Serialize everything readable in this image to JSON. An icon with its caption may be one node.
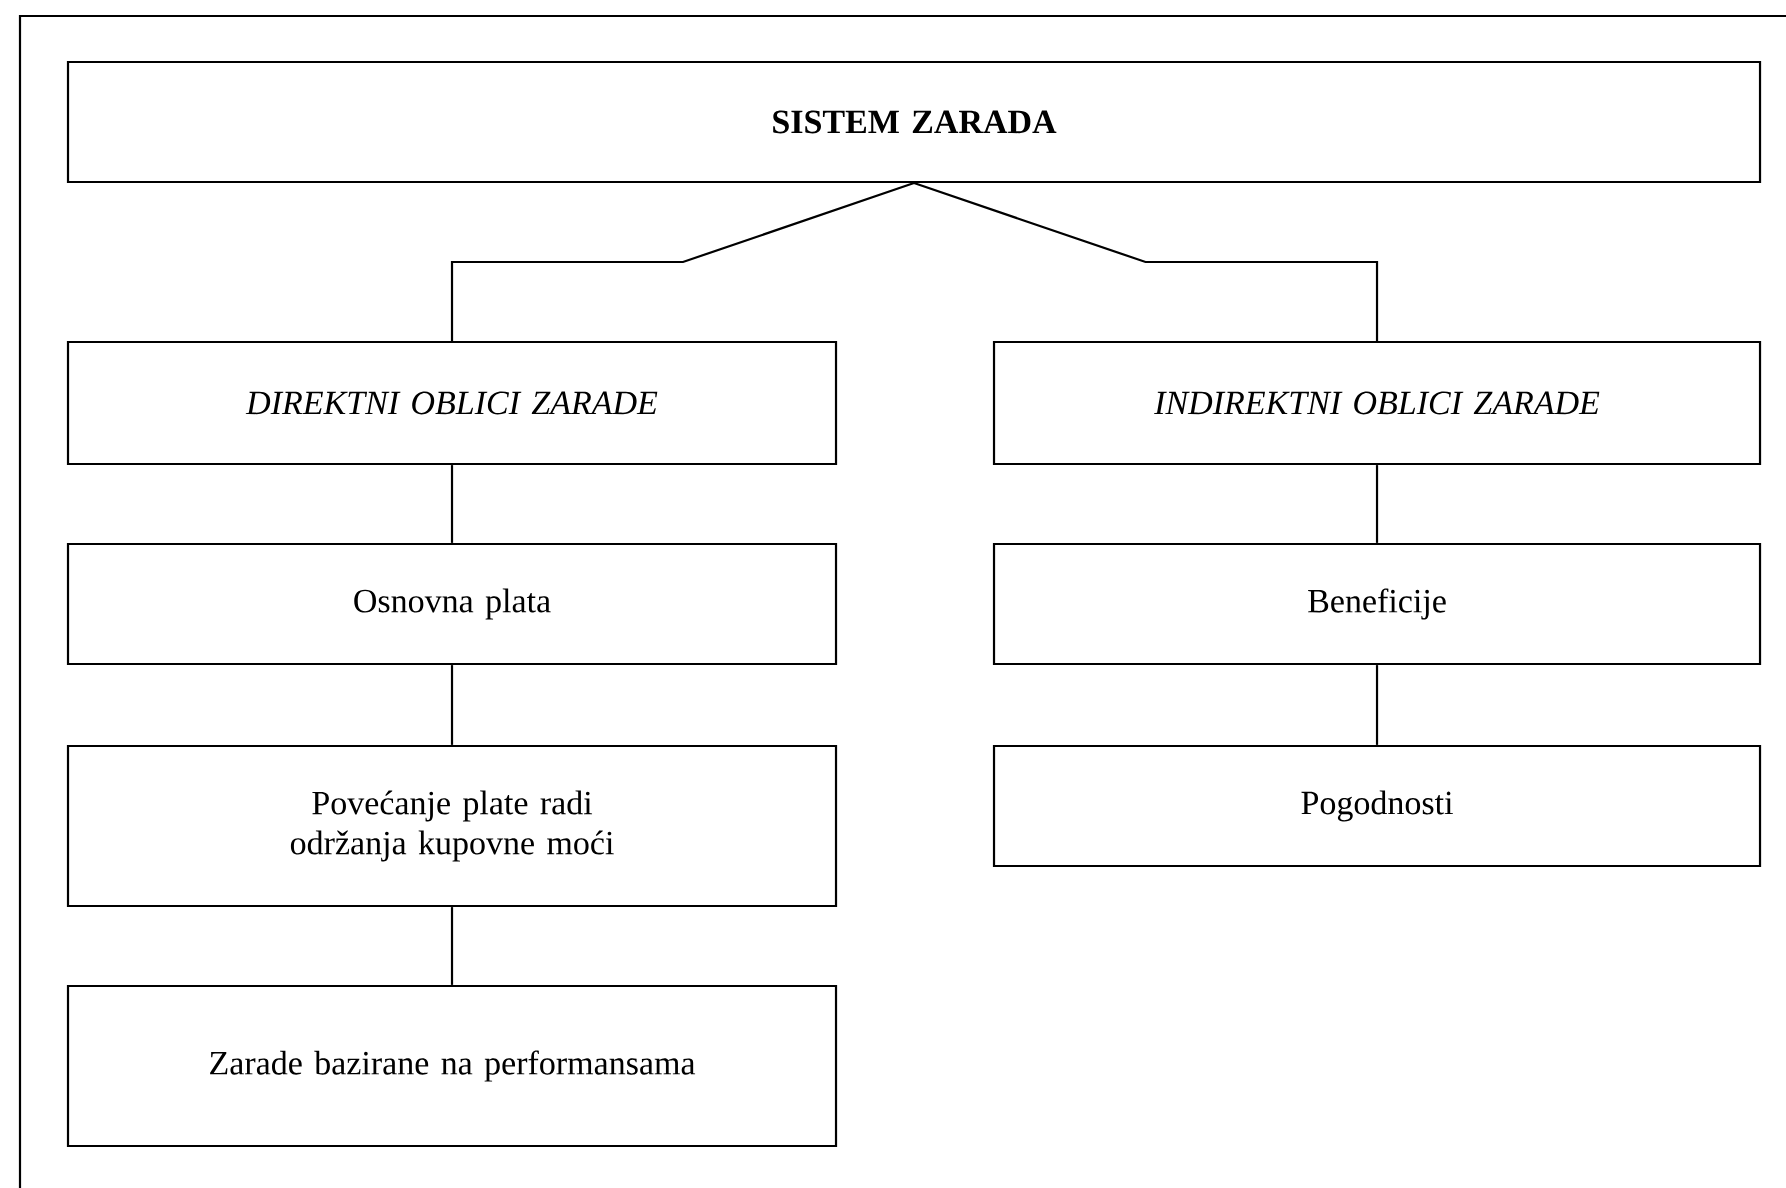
{
  "diagram": {
    "nodes": [
      {
        "text": [
          "SISTEM ZARADA"
        ]
      },
      {
        "text": [
          "DIREKTNI OBLICI ZARADE"
        ]
      },
      {
        "text": [
          "INDIREKTNI OBLICI ZARADE"
        ]
      },
      {
        "text": [
          "Osnovna plata"
        ]
      },
      {
        "text": [
          "Povećanje plate radi održanja kupovne moći"
        ]
      },
      {
        "text": [
          "Zarade bazirane na performansama"
        ]
      },
      {
        "text": [
          "Beneficije"
        ]
      },
      {
        "text": [
          "Pogodnosti"
        ]
      }
    ],
    "edges": [
      {
        "from": 0,
        "to": 1,
        "arrow": "none"
      },
      {
        "from": 0,
        "to": 2,
        "arrow": "none"
      },
      {
        "from": 1,
        "to": 3,
        "arrow": "none"
      },
      {
        "from": 3,
        "to": 4,
        "arrow": "none"
      },
      {
        "from": 4,
        "to": 5,
        "arrow": "none"
      },
      {
        "from": 2,
        "to": 6,
        "arrow": "none"
      },
      {
        "from": 6,
        "to": 7,
        "arrow": "none"
      }
    ]
  }
}
